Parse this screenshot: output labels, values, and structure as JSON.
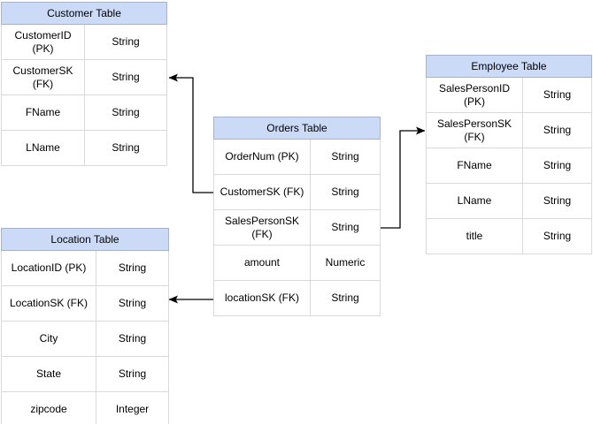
{
  "diagram": {
    "colors": {
      "background": "#FFFFFF",
      "text": "#000000",
      "header_fill": "#CBDAF6",
      "header_border": "#A7B3CE",
      "row_border": "#D9D9D9",
      "connector": "#000000"
    },
    "tables": {
      "customer": {
        "title": "Customer Table",
        "rows": [
          {
            "field": "CustomerID (PK)",
            "type": "String"
          },
          {
            "field": "CustomerSK\n(FK)",
            "type": "String"
          },
          {
            "field": "FName",
            "type": "String"
          },
          {
            "field": "LName",
            "type": "String"
          }
        ]
      },
      "orders": {
        "title": "Orders Table",
        "rows": [
          {
            "field": "OrderNum (PK)",
            "type": "String"
          },
          {
            "field": "CustomerSK (FK)",
            "type": "String"
          },
          {
            "field": "SalesPersonSK\n(FK)",
            "type": "String"
          },
          {
            "field": "amount",
            "type": "Numeric"
          },
          {
            "field": "locationSK (FK)",
            "type": "String"
          }
        ]
      },
      "employee": {
        "title": "Employee Table",
        "rows": [
          {
            "field": "SalesPersonID (PK)",
            "type": "String"
          },
          {
            "field": "SalesPersonSK\n(FK)",
            "type": "String"
          },
          {
            "field": "FName",
            "type": "String"
          },
          {
            "field": "LName",
            "type": "String"
          },
          {
            "field": "title",
            "type": "String"
          }
        ]
      },
      "location": {
        "title": "Location Table",
        "rows": [
          {
            "field": "LocationID (PK)",
            "type": "String"
          },
          {
            "field": "LocationSK (FK)",
            "type": "String"
          },
          {
            "field": "City",
            "type": "String"
          },
          {
            "field": "State",
            "type": "String"
          },
          {
            "field": "zipcode",
            "type": "Integer"
          }
        ]
      }
    },
    "relationships": [
      {
        "from_table": "Orders Table",
        "from_field": "CustomerSK (FK)",
        "to_table": "Customer Table",
        "to_field": "CustomerSK (FK)"
      },
      {
        "from_table": "Orders Table",
        "from_field": "SalesPersonSK (FK)",
        "to_table": "Employee Table",
        "to_field": "SalesPersonSK (FK)"
      },
      {
        "from_table": "Orders Table",
        "from_field": "locationSK (FK)",
        "to_table": "Location Table",
        "to_field": "LocationSK (FK)"
      }
    ]
  }
}
